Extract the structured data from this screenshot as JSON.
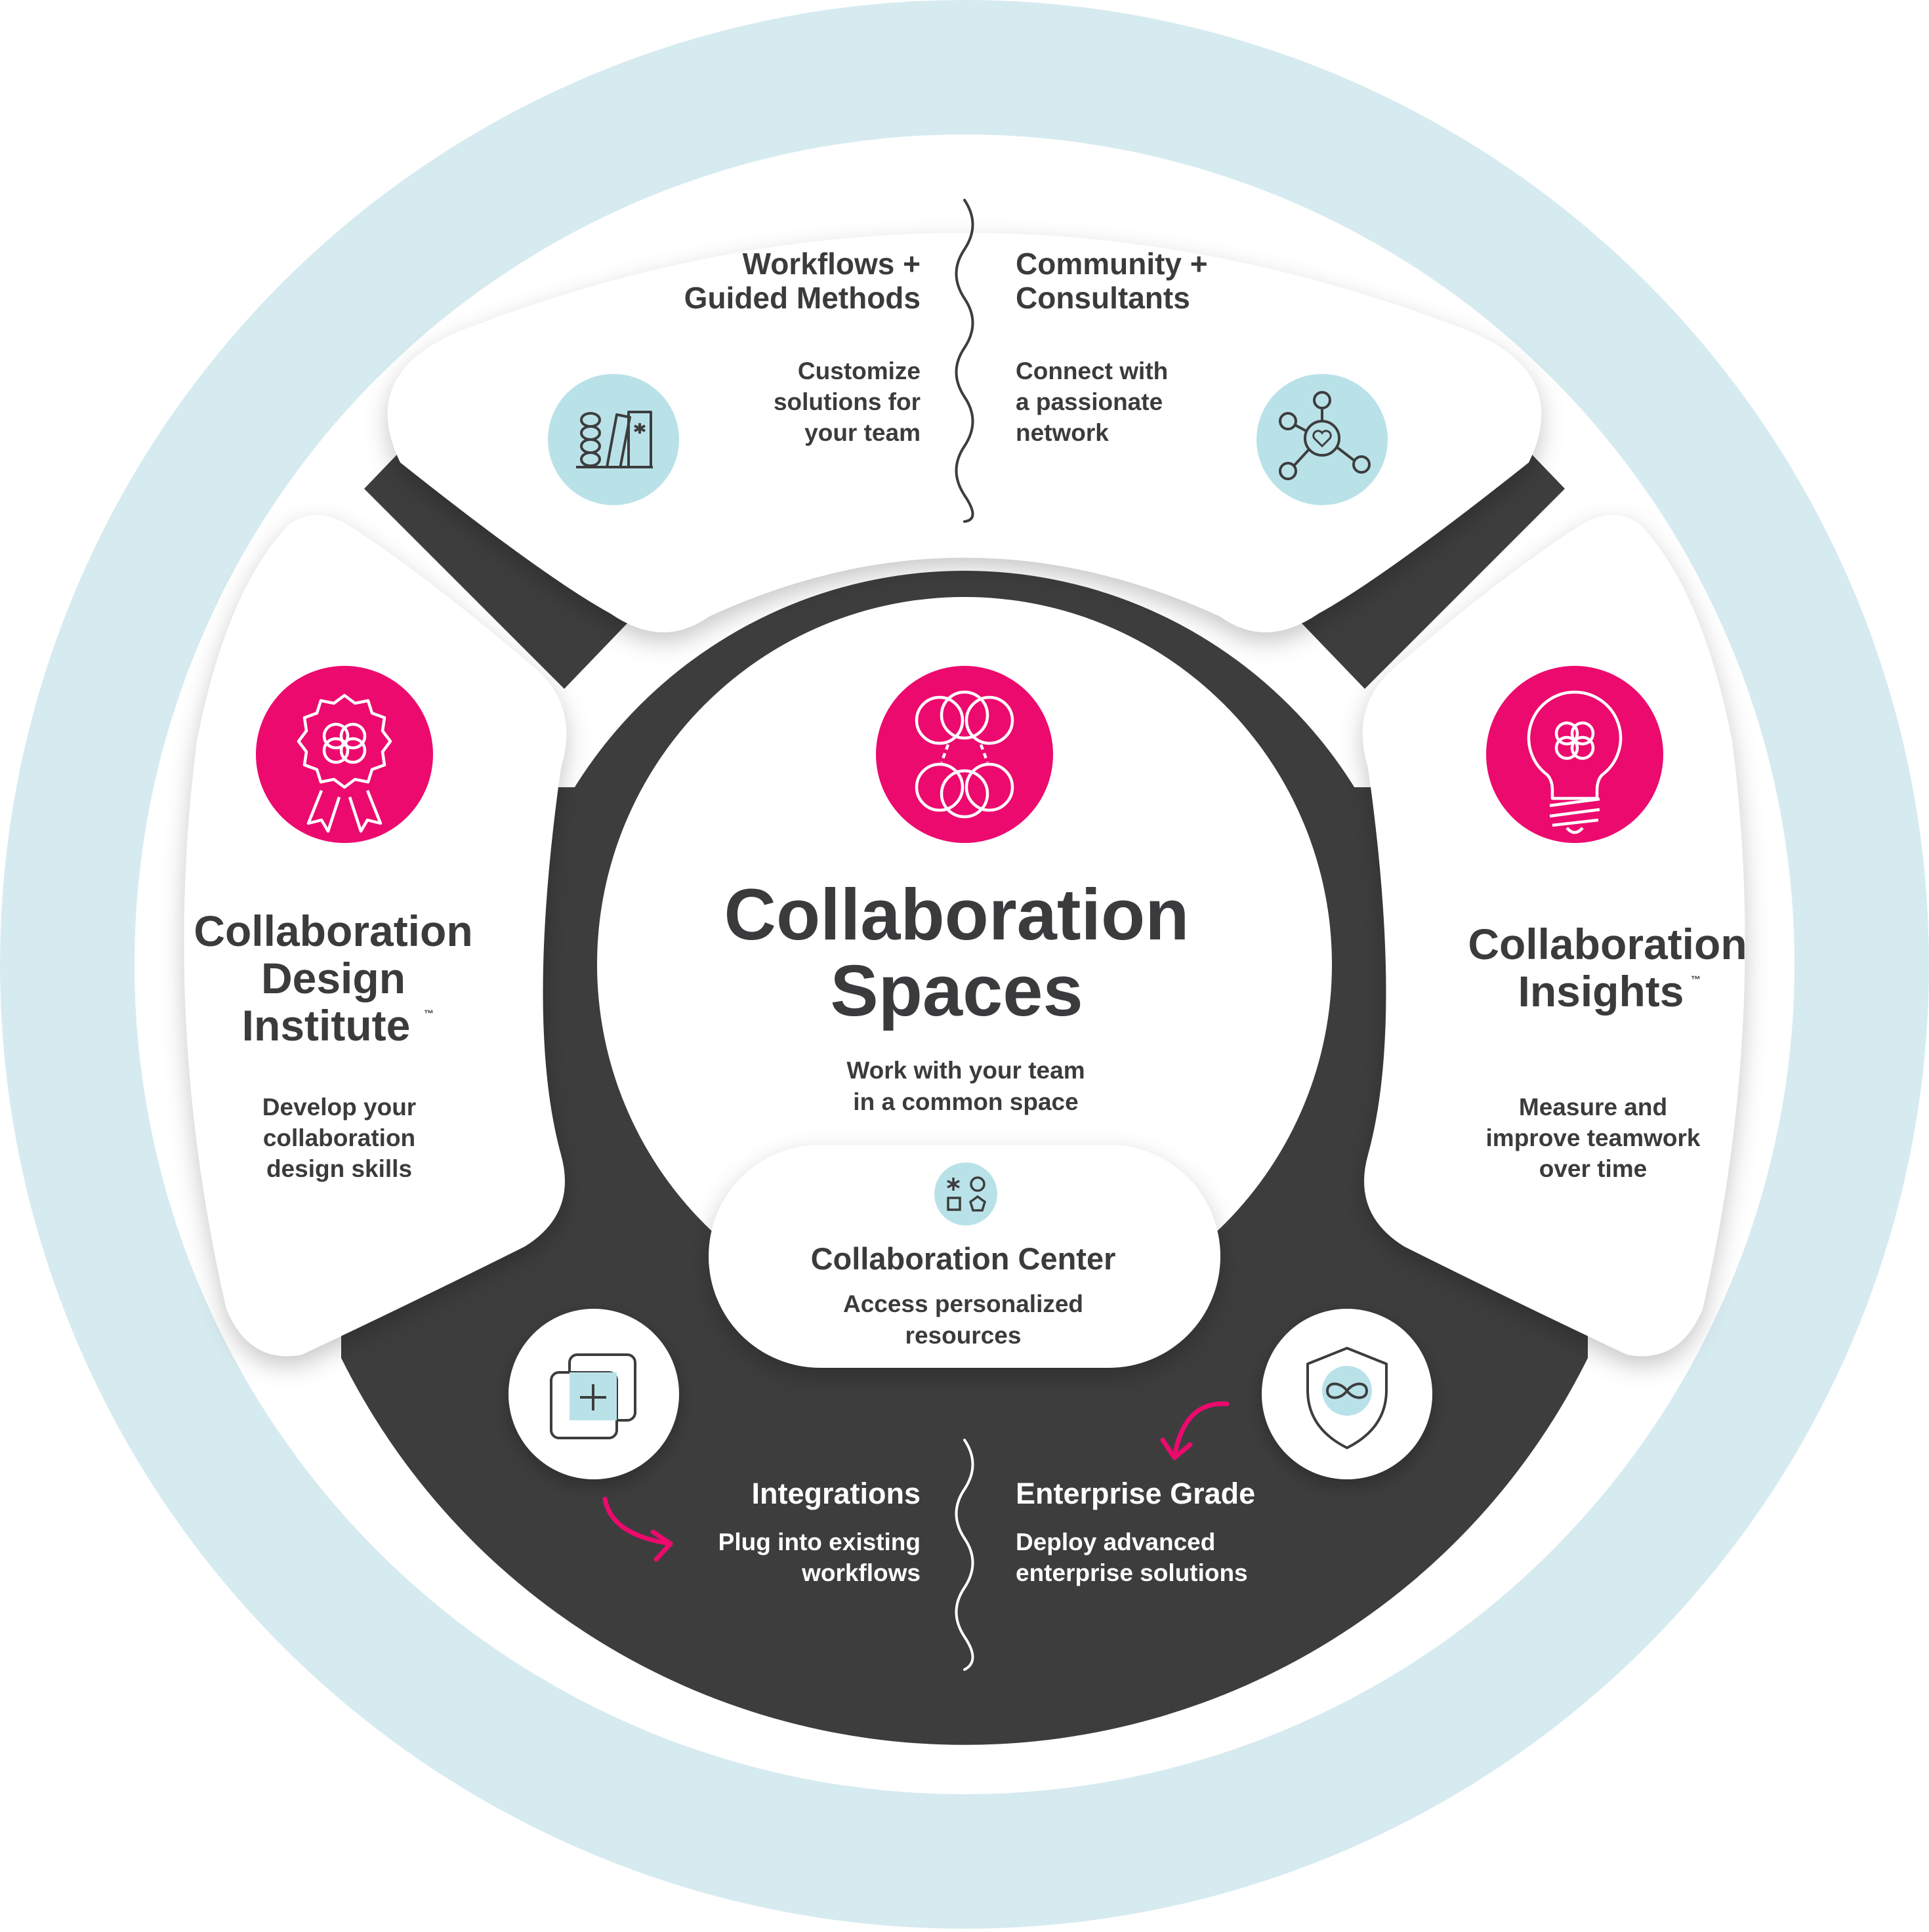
{
  "colors": {
    "outer_ring": "#d6ebf0",
    "dark_ring": "#3d3d3e",
    "panel": "#ffffff",
    "magenta": "#ec0a6e",
    "teal_icon_bg": "#b9e2e8",
    "text": "#3b3b3d",
    "white_text": "#ffffff"
  },
  "center": {
    "title_line1": "Collaboration",
    "title_line2": "Spaces",
    "desc_line1": "Work with your team",
    "desc_line2": "in a common space",
    "icon": "interlocking-circles-icon"
  },
  "collaboration_center": {
    "title": "Collaboration Center",
    "desc_line1": "Access personalized",
    "desc_line2": "resources",
    "icon": "shapes-icon"
  },
  "top_left": {
    "title_line1": "Workflows +",
    "title_line2": "Guided Methods",
    "desc_line1": "Customize",
    "desc_line2": "solutions for",
    "desc_line3": "your team",
    "icon": "bookshelf-icon"
  },
  "top_right": {
    "title_line1": "Community +",
    "title_line2": "Consultants",
    "desc_line1": "Connect with",
    "desc_line2": "a passionate",
    "desc_line3": "network",
    "icon": "network-heart-icon"
  },
  "left": {
    "title_line1": "Collaboration",
    "title_line2": "Design",
    "title_line3": "Institute",
    "trademark": "™",
    "desc_line1": "Develop your",
    "desc_line2": "collaboration",
    "desc_line3": "design skills",
    "icon": "award-ribbon-icon"
  },
  "right": {
    "title_line1": "Collaboration",
    "title_line2": "Insights",
    "trademark": "™",
    "desc_line1": "Measure and",
    "desc_line2": "improve teamwork",
    "desc_line3": "over time",
    "icon": "lightbulb-icon"
  },
  "integrations": {
    "title": "Integrations",
    "desc_line1": "Plug into existing",
    "desc_line2": "workflows",
    "icon": "add-window-icon"
  },
  "enterprise": {
    "title": "Enterprise Grade",
    "desc_line1": "Deploy advanced",
    "desc_line2": "enterprise solutions",
    "icon": "shield-infinity-icon"
  }
}
